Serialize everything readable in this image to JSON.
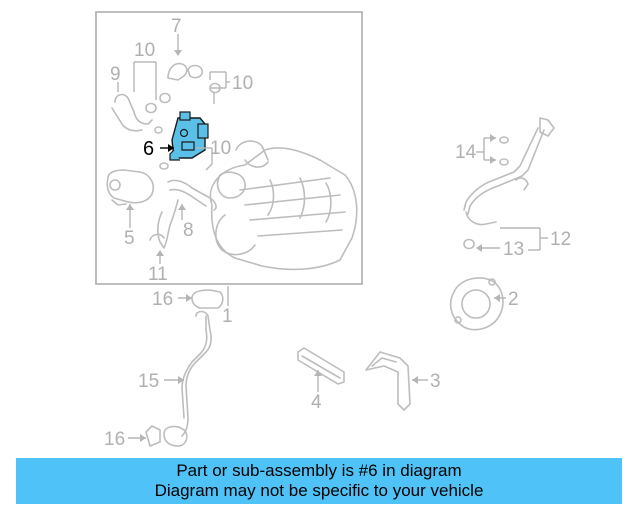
{
  "diagram": {
    "labels": {
      "l7": "7",
      "l10a": "10",
      "l9": "9",
      "l10b": "10",
      "l6": "6",
      "l10c": "10",
      "l14": "14",
      "l8": "8",
      "l5": "5",
      "l11": "11",
      "l13": "13",
      "l12": "12",
      "l16a": "16",
      "l1": "1",
      "l2": "2",
      "l15": "15",
      "l3": "3",
      "l4": "4",
      "l16b": "16"
    },
    "highlight_color": "#5bc0e8",
    "line_color": "#b5b5b5"
  },
  "banner": {
    "line1": "Part or sub-assembly is #6 in diagram",
    "line2": "Diagram may not be specific to your vehicle",
    "color": "#4fc3f7"
  }
}
